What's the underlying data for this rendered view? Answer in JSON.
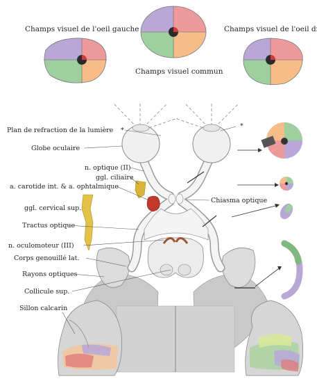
{
  "fields": {
    "left_title": "Champs visuel de l'oeil gauche",
    "common_title": "Champs visuel commun",
    "right_title": "Champs visuel de l'oeil droit"
  },
  "labels": {
    "refraction_plane": "Plan de refraction de la lumière",
    "refraction_marker": "*",
    "eyeball": "Globe oculaire",
    "optic_nerve": "n. optique (II)",
    "ciliary_ganglion": "ggl. ciliaire",
    "carotid": "a. carotide int. & a. ophtalmique",
    "cervical_ganglion": "ggl. cervical sup.",
    "optic_tract": "Tractus optique",
    "oculomotor": "n. oculomoteur (III)",
    "lgn": "Corps genouillé lat.",
    "optic_radiations": "Rayons optiques",
    "superior_colliculus": "Collicule sup.",
    "calcarine_sulcus": "Sillon calcarin",
    "chiasm": "Chiasma optique"
  },
  "colors": {
    "upper_left": "#b9a8d6",
    "upper_right": "#ef9a9a",
    "lower_left": "#9fcf9f",
    "lower_right": "#f6bd8a",
    "center_dark": "#2b2b2b",
    "center_red": "#d23a3a",
    "ganglion": "#d4b437",
    "artery": "#c0392b"
  }
}
